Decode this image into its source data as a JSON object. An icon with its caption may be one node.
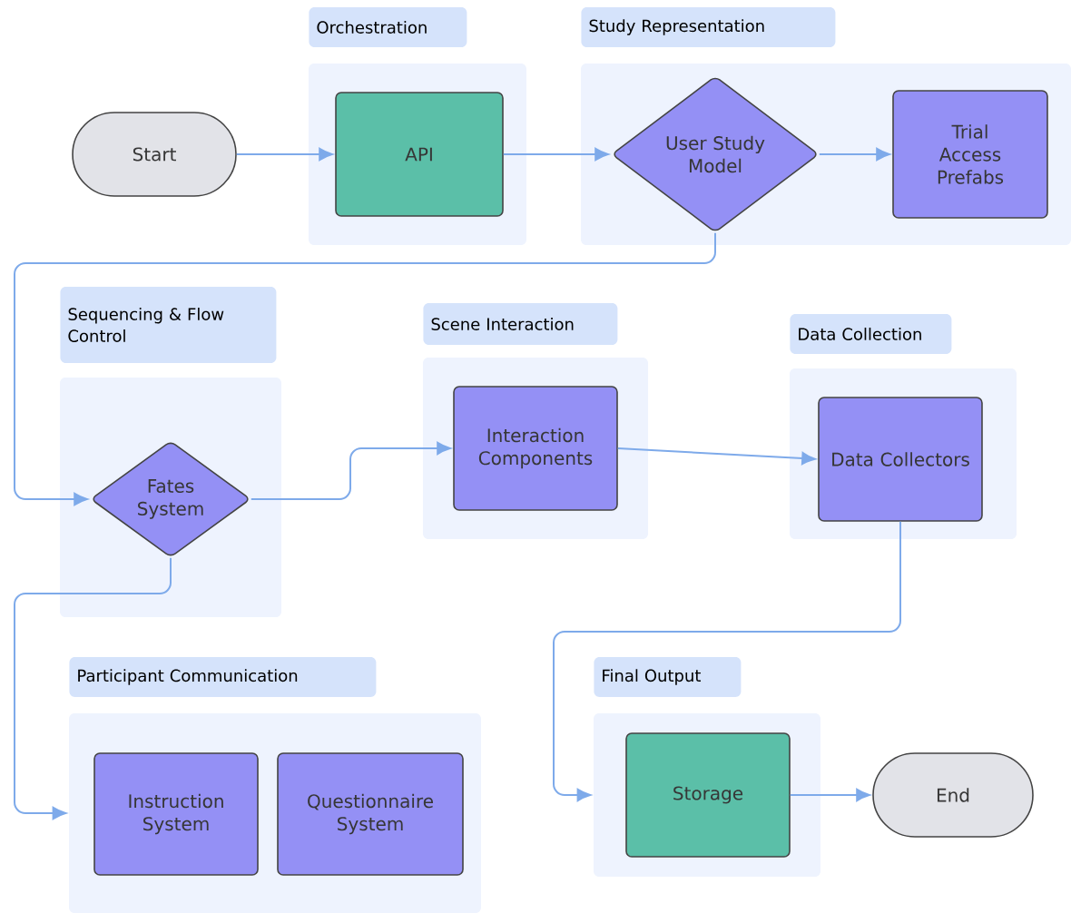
{
  "diagram": {
    "nodes": [
      {
        "text": [
          "Start"
        ]
      },
      {
        "text": [
          "Orchestration"
        ]
      },
      {
        "text": [
          "API"
        ],
        "in": 1
      },
      {
        "text": [
          "Study Representation"
        ]
      },
      {
        "text": [
          "User Study Model"
        ],
        "in": 3
      },
      {
        "text": [
          "Trial Access Prefabs"
        ],
        "in": 3
      },
      {
        "text": [
          "Sequencing & Flow Control"
        ]
      },
      {
        "text": [
          "Fates System"
        ],
        "in": 6
      },
      {
        "text": [
          "Scene Interaction"
        ]
      },
      {
        "text": [
          "Interaction Components"
        ],
        "in": 8
      },
      {
        "text": [
          "Data Collection"
        ]
      },
      {
        "text": [
          "Data Collectors"
        ],
        "in": 10
      },
      {
        "text": [
          "Participant Communication"
        ]
      },
      {
        "text": [
          "Instruction System"
        ],
        "in": 12
      },
      {
        "text": [
          "Questionnaire System"
        ],
        "in": 12
      },
      {
        "text": [
          "Final Output"
        ]
      },
      {
        "text": [
          "Storage"
        ],
        "in": 15
      },
      {
        "text": [
          "End"
        ]
      }
    ],
    "edges": [
      {
        "from": 0,
        "to": 2,
        "arrow": "to"
      },
      {
        "from": 2,
        "to": 4,
        "arrow": "to"
      },
      {
        "from": 4,
        "to": 5,
        "arrow": "to"
      },
      {
        "from": 4,
        "to": 7,
        "arrow": "to"
      },
      {
        "from": 7,
        "to": 9,
        "arrow": "to"
      },
      {
        "from": 9,
        "to": 11,
        "arrow": "to"
      },
      {
        "from": 7,
        "to": 12,
        "arrow": "to"
      },
      {
        "from": 11,
        "to": 15,
        "arrow": "to"
      },
      {
        "from": 16,
        "to": 17,
        "arrow": "to"
      }
    ]
  }
}
